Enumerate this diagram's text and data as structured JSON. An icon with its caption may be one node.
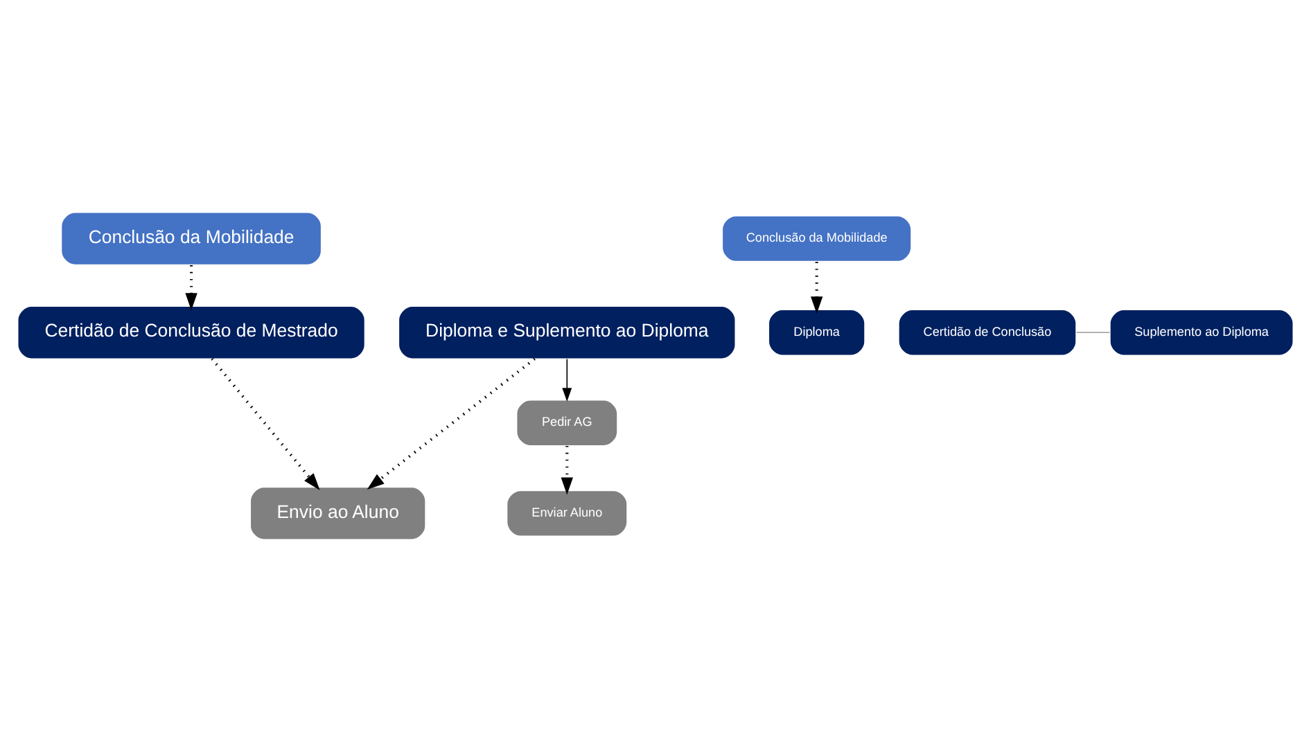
{
  "diagram": {
    "nodes": [
      {
        "text": [
          "Conclusão da Mobilidade"
        ]
      },
      {
        "text": [
          "Conclusão da Mobilidade"
        ]
      },
      {
        "text": [
          "Certidão de Conclusão de Mestrado"
        ]
      },
      {
        "text": [
          "Certidão de Conclusão"
        ]
      },
      {
        "text": [
          "Diploma"
        ]
      },
      {
        "text": [
          "Suplemento ao Diploma"
        ]
      },
      {
        "text": [
          "Diploma e Suplemento ao Diploma"
        ]
      },
      {
        "text": [
          "Pedir AG"
        ]
      },
      {
        "text": [
          "Envio ao Aluno"
        ]
      },
      {
        "text": [
          "Enviar Aluno"
        ]
      }
    ],
    "edges": [
      {
        "from": 0,
        "to": 2,
        "arrow": "to",
        "style": "dashed"
      },
      {
        "from": 1,
        "to": 4,
        "arrow": "to",
        "style": "dashed"
      },
      {
        "from": 3,
        "to": 5,
        "arrow": "none",
        "color": "#a6a6a6"
      },
      {
        "from": 6,
        "to": 7,
        "arrow": "to"
      },
      {
        "from": 7,
        "to": 9,
        "arrow": "to",
        "style": "dashed"
      },
      {
        "from": 2,
        "to": 8,
        "arrow": "to",
        "style": "dashed"
      },
      {
        "from": 6,
        "to": 8,
        "arrow": "to",
        "style": "dashed"
      }
    ]
  }
}
